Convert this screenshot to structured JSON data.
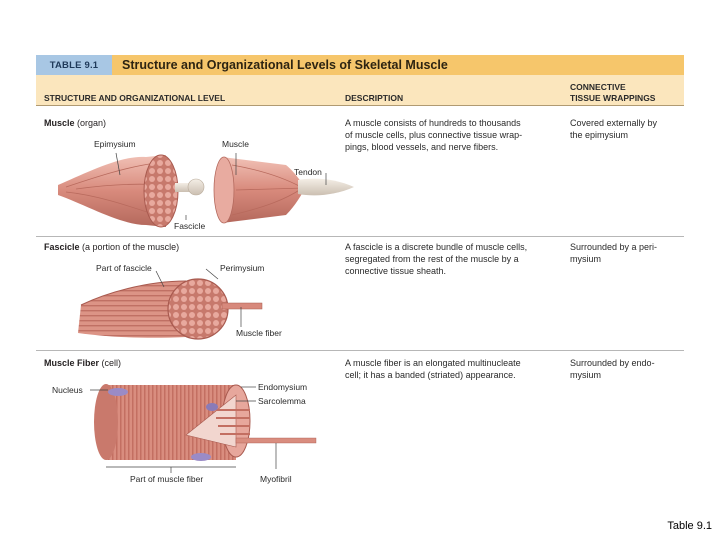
{
  "table": {
    "tag": "TABLE 9.1",
    "title": "Structure and Organizational Levels of Skeletal Muscle",
    "headers": {
      "structure": "STRUCTURE AND ORGANIZATIONAL LEVEL",
      "description": "DESCRIPTION",
      "connective_line1": "CONNECTIVE",
      "connective_line2": "TISSUE WRAPPINGS"
    },
    "rows": [
      {
        "name": "Muscle",
        "qualifier": "(organ)",
        "description_lines": [
          "A muscle consists of hundreds to thousands",
          "of muscle cells, plus connective tissue wrap-",
          "pings, blood vessels, and nerve fibers."
        ],
        "connective_lines": [
          "Covered externally by",
          "the epimysium"
        ],
        "labels": {
          "epimysium": "Epimysium",
          "muscle": "Muscle",
          "tendon": "Tendon",
          "fascicle": "Fascicle"
        }
      },
      {
        "name": "Fascicle",
        "qualifier": "(a portion of the muscle)",
        "description_lines": [
          "A fascicle is a discrete bundle of muscle cells,",
          "segregated from the rest of the muscle by a",
          "connective tissue sheath."
        ],
        "connective_lines": [
          "Surrounded by a peri-",
          "mysium"
        ],
        "labels": {
          "part_of_fascicle": "Part of fascicle",
          "perimysium": "Perimysium",
          "muscle_fiber": "Muscle fiber"
        }
      },
      {
        "name": "Muscle Fiber",
        "qualifier": "(cell)",
        "description_lines": [
          "A muscle fiber is an elongated multinucleate",
          "cell; it has a banded (striated) appearance."
        ],
        "connective_lines": [
          "Surrounded by endo-",
          "mysium"
        ],
        "labels": {
          "nucleus": "Nucleus",
          "endomysium": "Endomysium",
          "sarcolemma": "Sarcolemma",
          "part_of_muscle_fiber": "Part of muscle fiber",
          "myofibril": "Myofibril"
        }
      }
    ]
  },
  "caption": "Table 9.1",
  "colors": {
    "title_bar": "#f6c66b",
    "tag": "#a8c7e4",
    "header_band": "#fbe6bd",
    "muscle": "#d98d7f"
  }
}
